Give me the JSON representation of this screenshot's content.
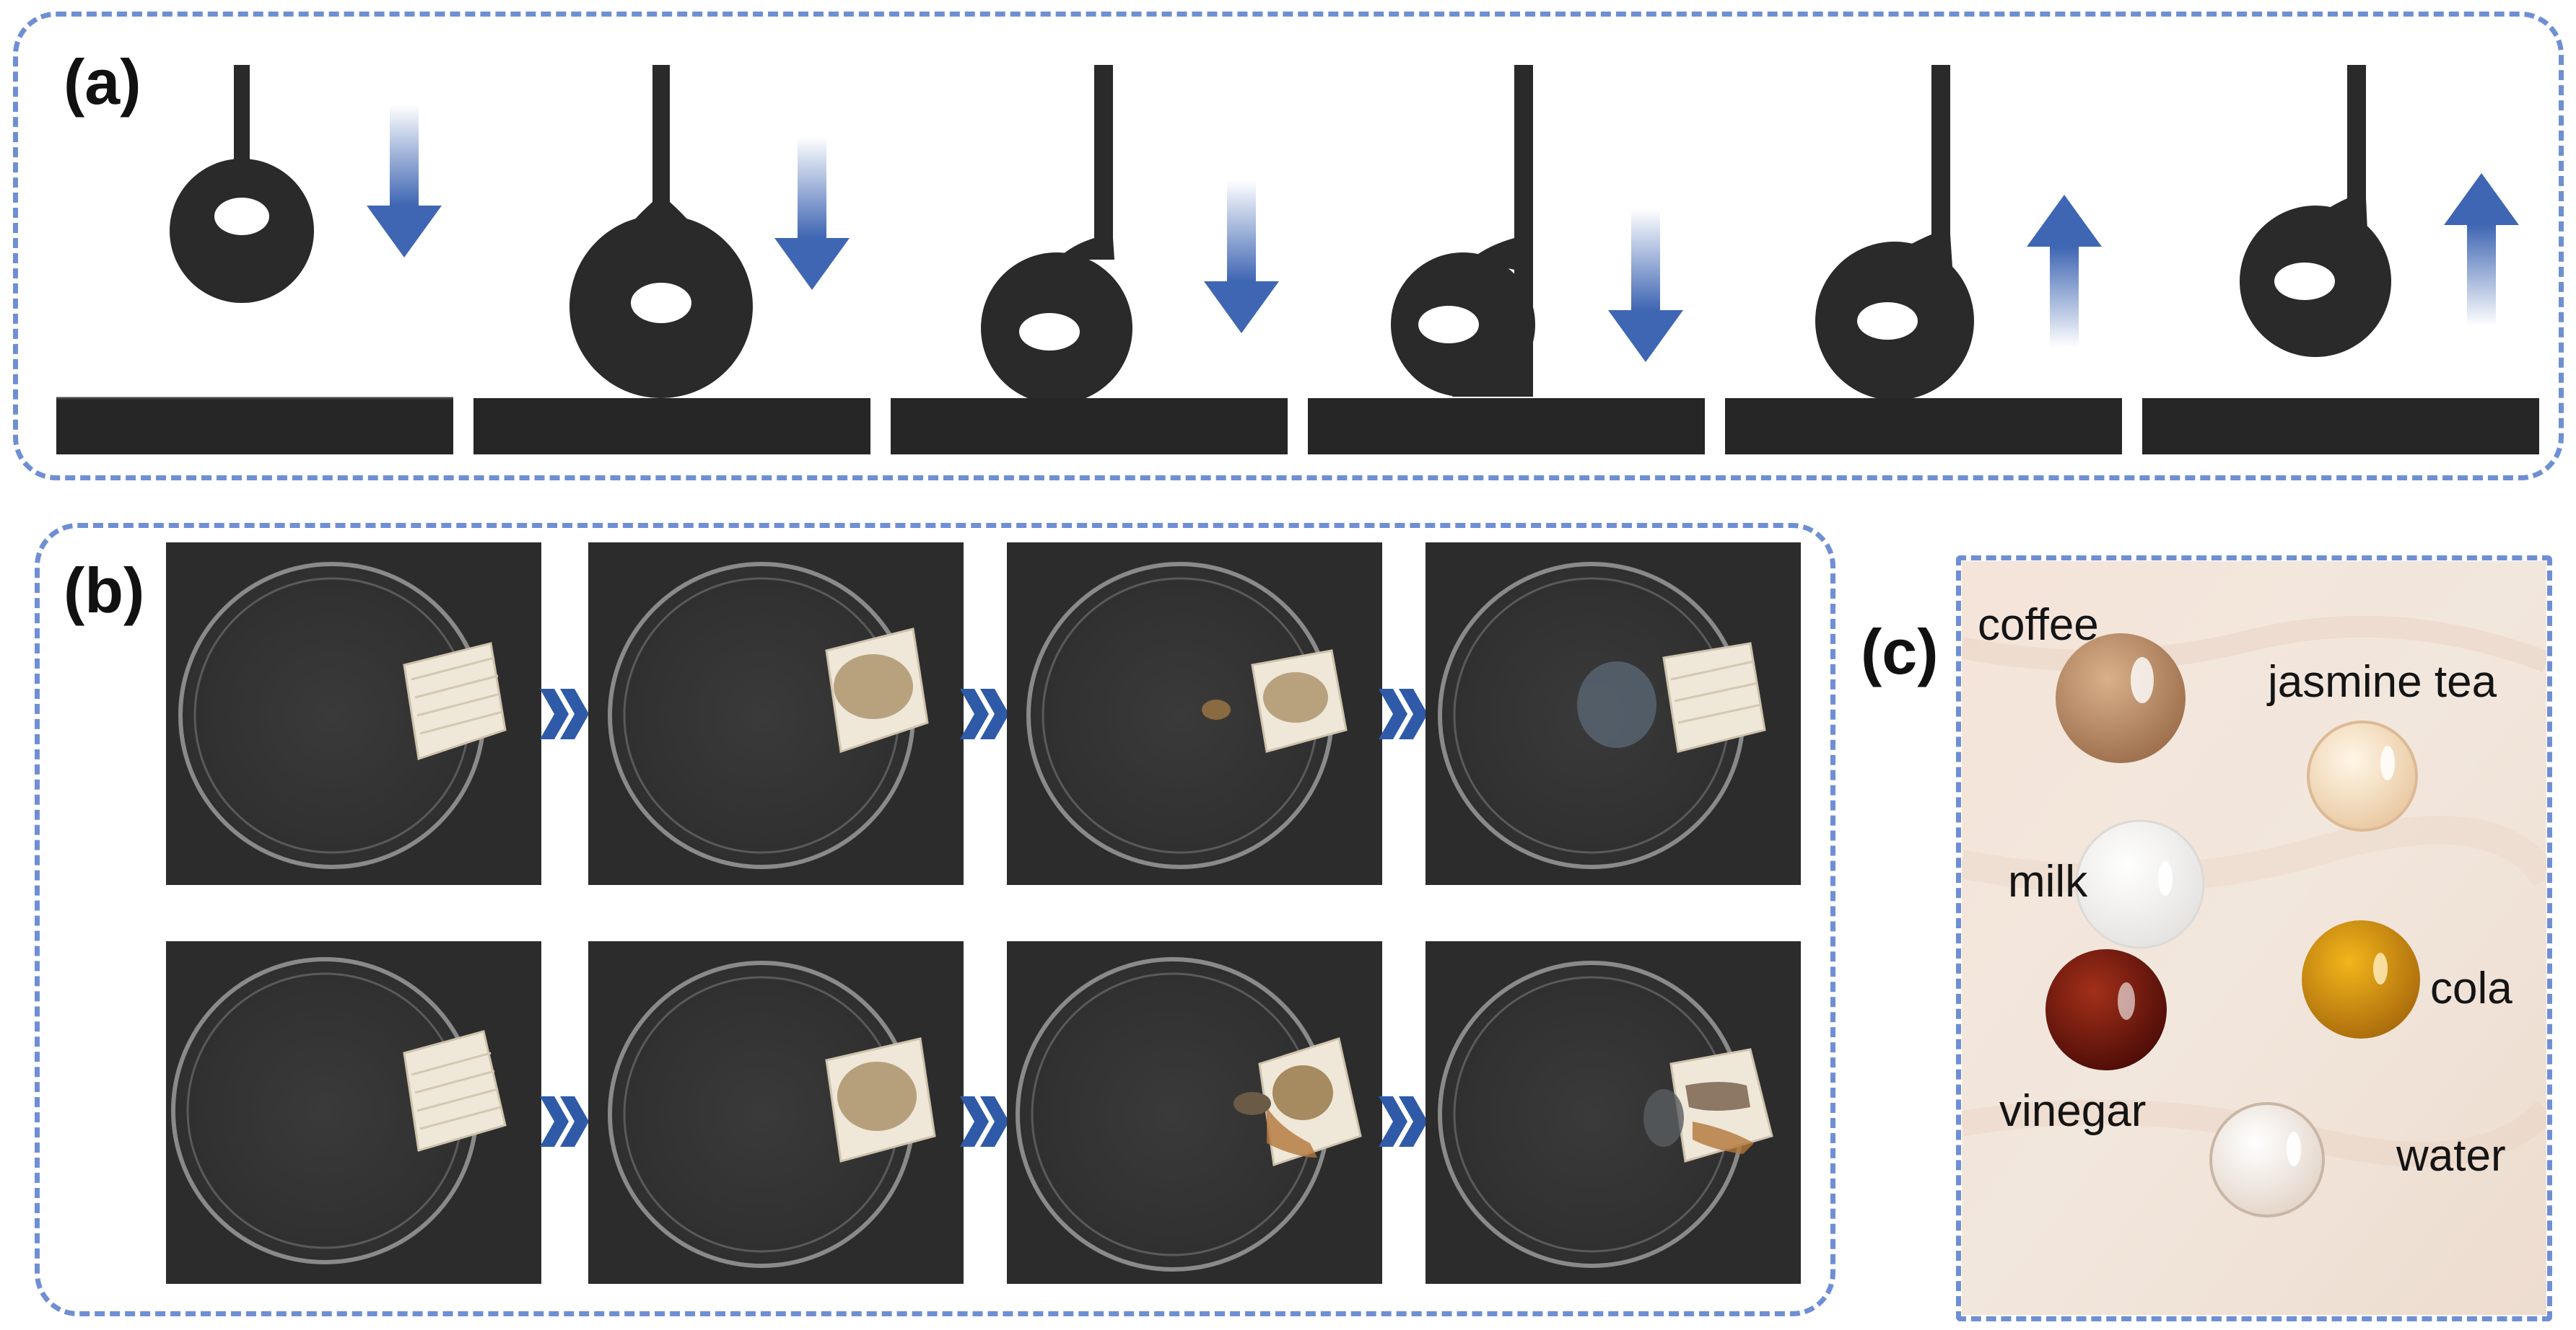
{
  "panels": {
    "a": {
      "letter": "(a)"
    },
    "b": {
      "letter": "(b)"
    },
    "c": {
      "letter": "(c)"
    }
  },
  "panel_a": {
    "frames": [
      {
        "arrow": "down-arrow-icon"
      },
      {
        "arrow": "down-arrow-icon"
      },
      {
        "arrow": "down-arrow-icon"
      },
      {
        "arrow": "down-arrow-icon"
      },
      {
        "arrow": "up-arrow-icon"
      },
      {
        "arrow": "up-arrow-icon"
      }
    ]
  },
  "panel_b": {
    "rows": [
      {
        "photos": 4,
        "separator": "double-chevron-right-icon"
      },
      {
        "photos": 4,
        "separator": "double-chevron-right-icon"
      }
    ]
  },
  "panel_c": {
    "labels": {
      "coffee": "coffee",
      "jasmine_tea": "jasmine tea",
      "milk": "milk",
      "cola": "cola",
      "vinegar": "vinegar",
      "water": "water"
    }
  },
  "colors": {
    "frame_border": "#6f8fd4",
    "arrow_blue": "#3f66b3",
    "chevron_blue": "#2f5aa8",
    "droplet_dark": "#2a2a2a",
    "substrate_dark": "#262626",
    "photo_background": "#2c2c2c",
    "wood_board": "#efe7d8",
    "panel_c_background": "#f3e6dc"
  }
}
